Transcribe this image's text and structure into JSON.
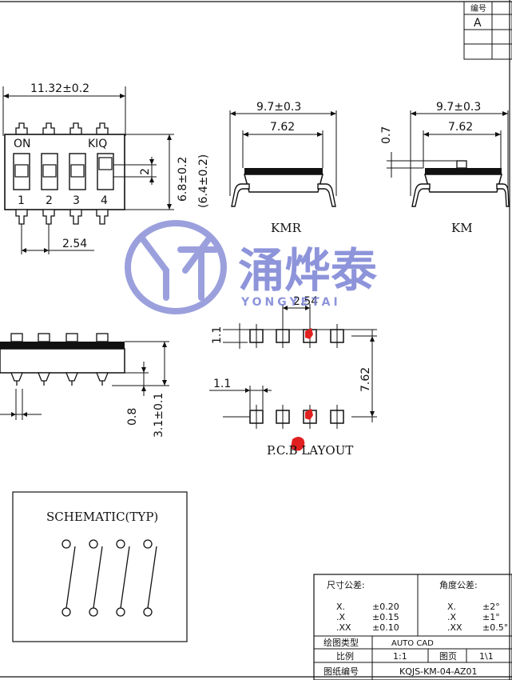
{
  "revision_table": {
    "header": "编号",
    "value": "A"
  },
  "top_view": {
    "width_dim": "11.32±0.2",
    "on_label": "ON",
    "brand_label": "KIQ",
    "switch_numbers": [
      "1",
      "2",
      "3",
      "4"
    ],
    "pitch_dim": "2.54",
    "slider_dim": "2",
    "height_dim": "6.8±0.2",
    "height_dim_alt": "(6.4±0.2)"
  },
  "kmr_view": {
    "outer_dim": "9.7±0.3",
    "inner_dim": "7.62",
    "label": "KMR"
  },
  "km_view": {
    "outer_dim": "9.7±0.3",
    "inner_dim": "7.62",
    "actuator_dim": "0.7",
    "label": "KM"
  },
  "side_view": {
    "lead_dim": "0.8",
    "height_dim": "3.1±0.1"
  },
  "pcb_layout": {
    "pitch_dim": "2.54",
    "pad_dim_v": "1.1",
    "pad_dim_h": "1.1",
    "row_dim": "7.62",
    "title": "P.C.B LAYOUT"
  },
  "watermark": {
    "text": "涌烨泰",
    "subtext": "YONGYETAI",
    "colors": {
      "logo": "#8a90d8",
      "text": "#7b82d4"
    }
  },
  "schematic": {
    "title": "SCHEMATIC(TYP)"
  },
  "title_block": {
    "size_tolerance_label": "尺寸公差:",
    "angle_tolerance_label": "角度公差:",
    "size_tolerances": [
      {
        "key": "X.",
        "value": "±0.20"
      },
      {
        "key": ".X",
        "value": "±0.15"
      },
      {
        "key": ".XX",
        "value": "±0.10"
      }
    ],
    "angle_tolerances": [
      {
        "key": "X.",
        "value": "±2°"
      },
      {
        "key": ".X",
        "value": "±1°"
      },
      {
        "key": ".XX",
        "value": "±0.5°"
      }
    ],
    "drawing_type_label": "绘图类型",
    "drawing_type_value": "AUTO CAD",
    "scale_label": "比例",
    "scale_value": "1:1",
    "page_label": "图页",
    "page_value": "1\\1",
    "drawing_no_label": "图纸编号",
    "drawing_no_value": "KQJS-KM-04-AZ01"
  }
}
